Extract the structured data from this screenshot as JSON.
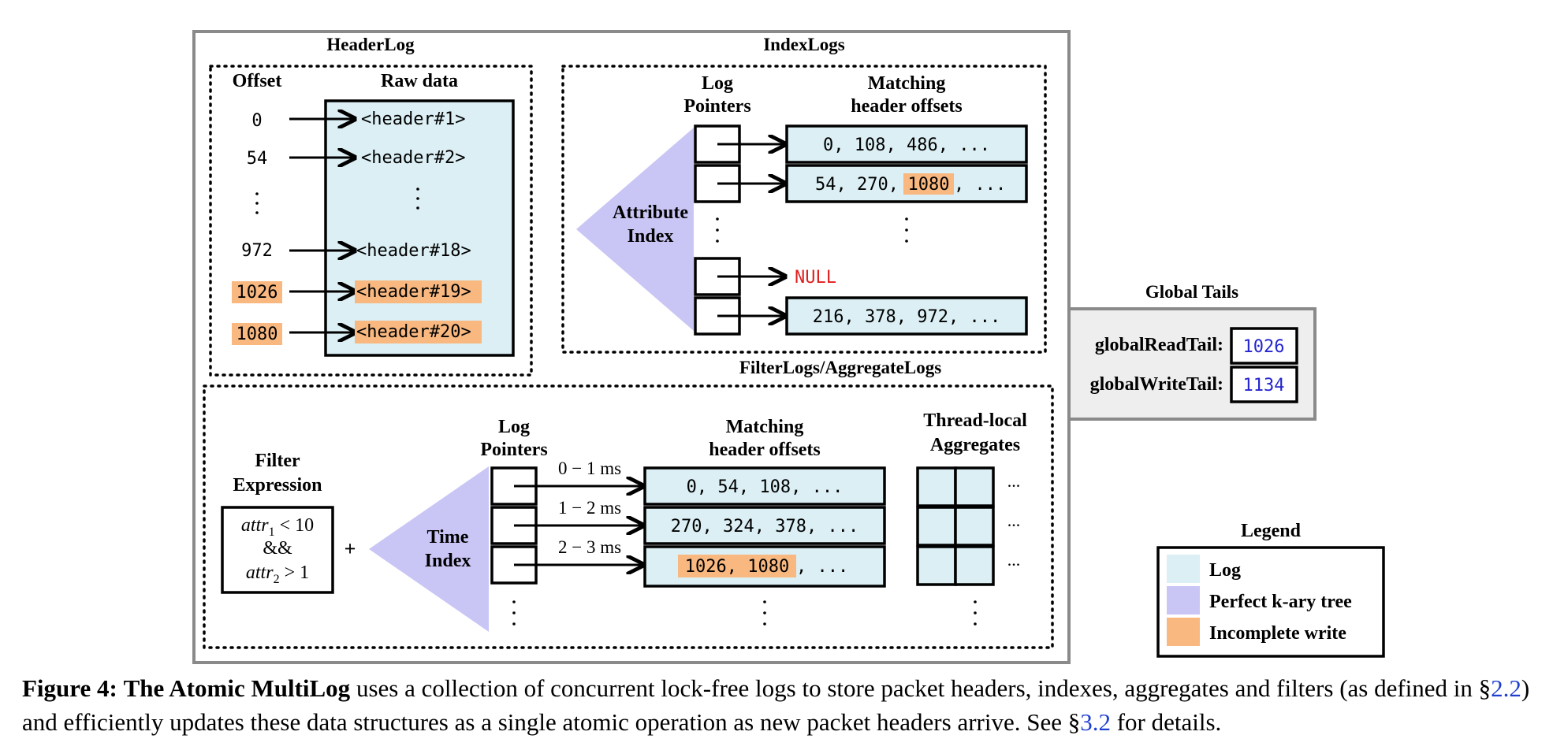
{
  "colors": {
    "log": "#dbeff4",
    "tree": "#c9c6f6",
    "incomplete": "#f8b880",
    "frame": "#8a8a8a",
    "tails_bg": "#eeeeee",
    "null_text": "#e02020",
    "tail_value": "#2525d0"
  },
  "header_log": {
    "title": "HeaderLog",
    "offset_label": "Offset",
    "raw_data_label": "Raw data",
    "rows": [
      {
        "offset": "0",
        "entry": "<header#1>",
        "incomplete": false
      },
      {
        "offset": "54",
        "entry": "<header#2>",
        "incomplete": false
      },
      {
        "offset": "972",
        "entry": "<header#18>",
        "incomplete": false
      },
      {
        "offset": "1026",
        "entry": "<header#19>",
        "incomplete": true
      },
      {
        "offset": "1080",
        "entry": "<header#20>",
        "incomplete": true
      }
    ]
  },
  "index_logs": {
    "title": "IndexLogs",
    "log_pointers_label": [
      "Log",
      "Pointers"
    ],
    "matching_label": [
      "Matching",
      "header offsets"
    ],
    "tree_label": [
      "Attribute",
      "Index"
    ],
    "rows": {
      "row1": "0, 108, 486, ...",
      "row2_prefix": "54, 270,",
      "row2_highlight": "1080",
      "row2_suffix": ", ...",
      "null_text": "NULL",
      "row4": "216, 378, 972, ..."
    }
  },
  "filter_logs": {
    "title": "FilterLogs/AggregateLogs",
    "filter_expression_label": [
      "Filter",
      "Expression"
    ],
    "expression": {
      "line1_var": "attr",
      "line1_sub": "1",
      "line1_rest": " < 10",
      "line2": "&&",
      "line3_var": "attr",
      "line3_sub": "2",
      "line3_rest": " > 1"
    },
    "plus": "+",
    "tree_label": [
      "Time",
      "Index"
    ],
    "log_pointers_label": [
      "Log",
      "Pointers"
    ],
    "matching_label": [
      "Matching",
      "header offsets"
    ],
    "aggregates_label": [
      "Thread-local",
      "Aggregates"
    ],
    "time_ranges": [
      "0 − 1 ms",
      "1 − 2 ms",
      "2 − 3 ms"
    ],
    "rows": {
      "row1": "0, 54, 108, ...",
      "row2": "270, 324, 378, ...",
      "row3_highlight": "1026, 1080",
      "row3_suffix": ", ..."
    },
    "ellipsis": "..."
  },
  "global_tails": {
    "title": "Global Tails",
    "read_label": "globalReadTail:",
    "read_value": "1026",
    "write_label": "globalWriteTail:",
    "write_value": "1134"
  },
  "legend": {
    "title": "Legend",
    "items": [
      {
        "label": "Log",
        "swatch": "log"
      },
      {
        "label": "Perfect k-ary tree",
        "swatch": "tree"
      },
      {
        "label": "Incomplete write",
        "swatch": "incomplete"
      }
    ]
  },
  "caption": {
    "figure_label": "Figure 4:",
    "bold_title": "The Atomic MultiLog",
    "text_a": "uses a collection of concurrent lock-free logs to store packet headers, indexes, aggregates and filters (as defined in §",
    "ref1": "2.2",
    "text_b": ") and efficiently updates these data structures as a single atomic operation as new packet headers arrive. See §",
    "ref2": "3.2",
    "text_c": " for details."
  }
}
